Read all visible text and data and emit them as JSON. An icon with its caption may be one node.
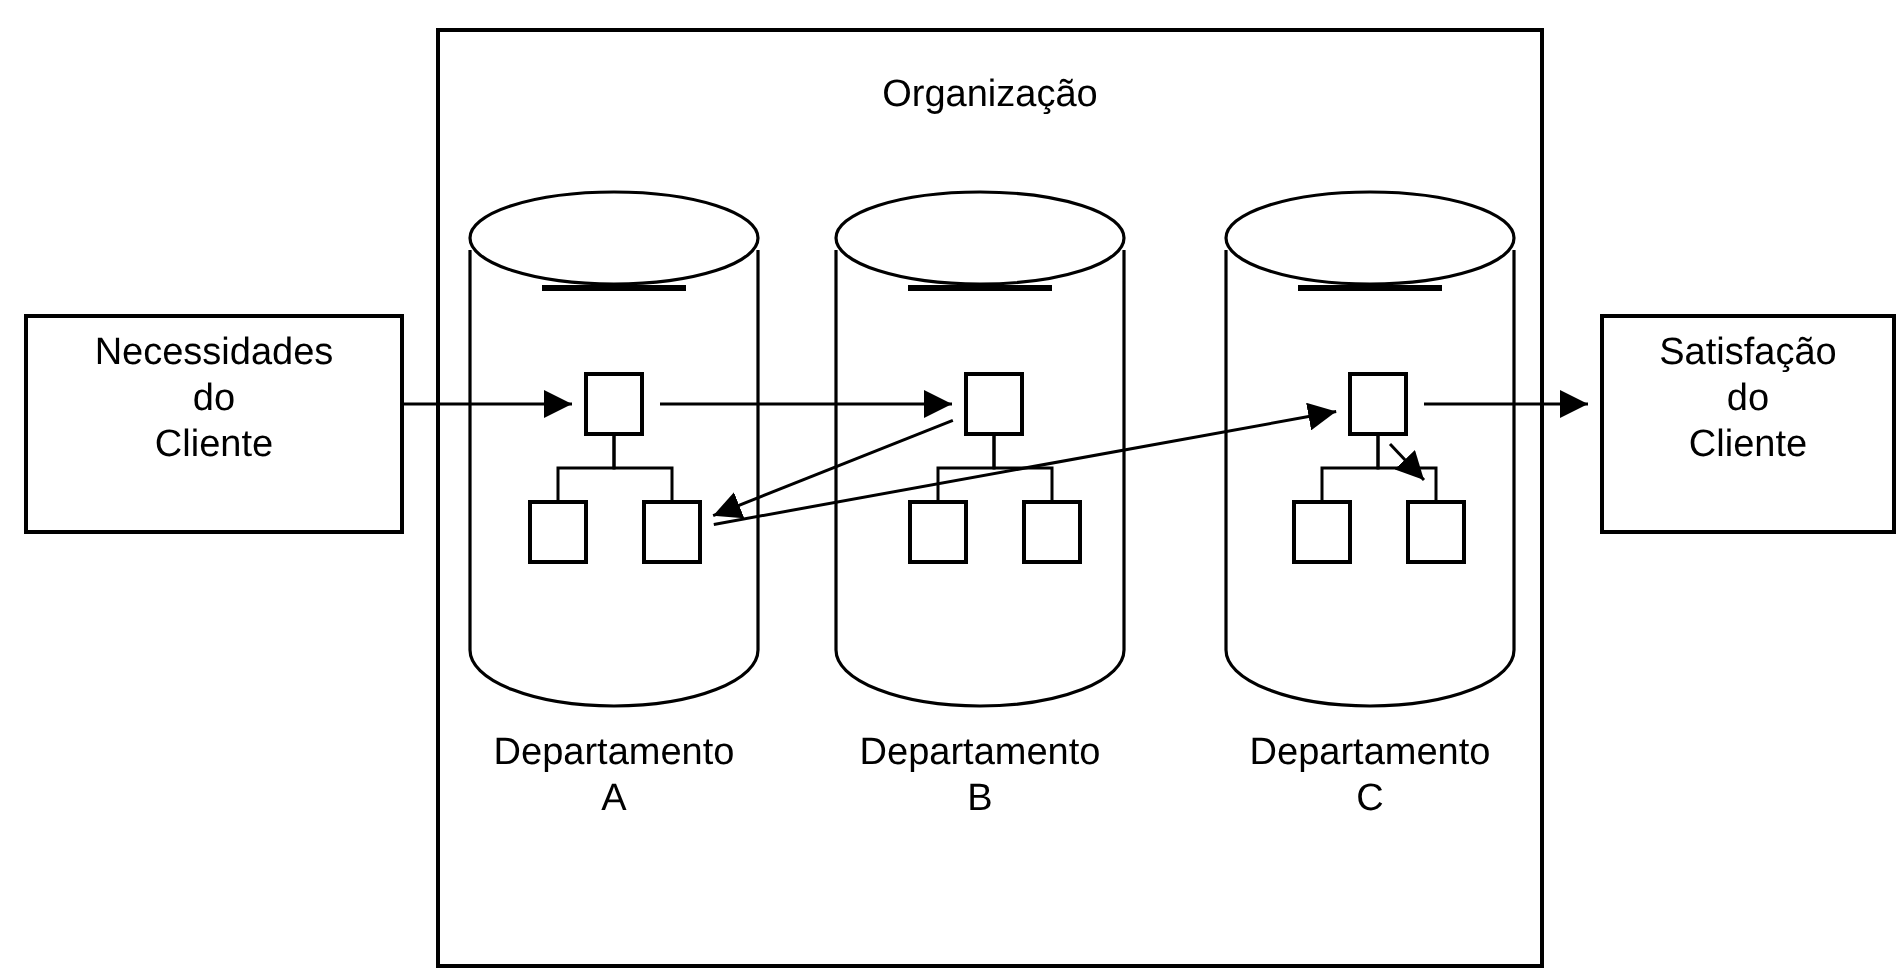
{
  "diagram": {
    "nodes": [
      {
        "text": [
          "Necessidades do Cliente"
        ]
      },
      {
        "text": [
          "Organização"
        ]
      },
      {
        "text": [
          "Departamento A"
        ],
        "in": 1
      },
      {
        "text": [
          "Departamento B"
        ],
        "in": 1
      },
      {
        "text": [
          "Departamento C"
        ],
        "in": 1
      },
      {
        "text": [],
        "shape": "box",
        "in": 2
      },
      {
        "text": [],
        "shape": "box",
        "in": 2
      },
      {
        "text": [],
        "shape": "box",
        "in": 2
      },
      {
        "text": [],
        "shape": "box",
        "in": 3
      },
      {
        "text": [],
        "shape": "box",
        "in": 3
      },
      {
        "text": [],
        "shape": "box",
        "in": 3
      },
      {
        "text": [],
        "shape": "box",
        "in": 4
      },
      {
        "text": [],
        "shape": "box",
        "in": 4
      },
      {
        "text": [],
        "shape": "box",
        "in": 4
      },
      {
        "text": [
          "Satisfação do Cliente"
        ]
      }
    ],
    "edges": [
      {
        "from": 0,
        "to": 5,
        "arrow": "to"
      },
      {
        "from": 5,
        "to": 6,
        "arrow": "none"
      },
      {
        "from": 5,
        "to": 7,
        "arrow": "none"
      },
      {
        "from": 5,
        "to": 8,
        "arrow": "to"
      },
      {
        "from": 8,
        "to": 9,
        "arrow": "none"
      },
      {
        "from": 8,
        "to": 10,
        "arrow": "none"
      },
      {
        "from": 8,
        "to": 7,
        "arrow": "to"
      },
      {
        "from": 7,
        "to": 11,
        "arrow": "to"
      },
      {
        "from": 11,
        "to": 12,
        "arrow": "none"
      },
      {
        "from": 11,
        "to": 13,
        "arrow": "none"
      },
      {
        "from": 11,
        "to": 13,
        "arrow": "to"
      },
      {
        "from": 11,
        "to": 14,
        "arrow": "to"
      }
    ]
  }
}
